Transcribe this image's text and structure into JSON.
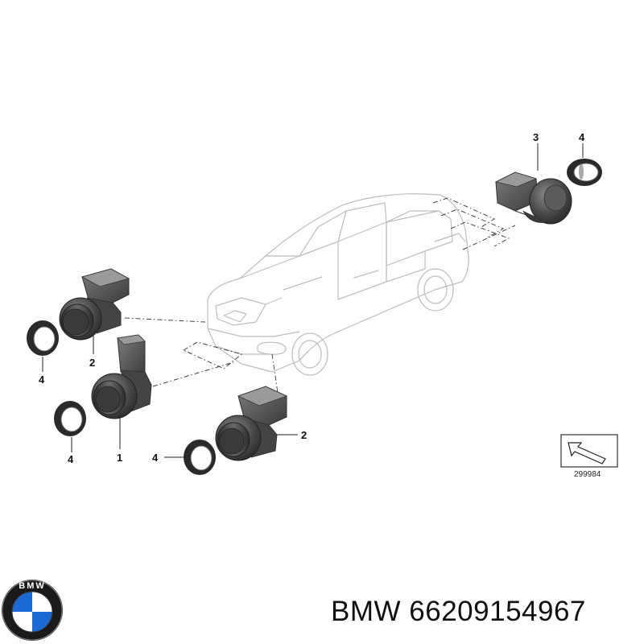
{
  "callouts": {
    "c3": "3",
    "c4_top": "4",
    "c2_left": "2",
    "c4_left_upper": "4",
    "c1": "1",
    "c4_left_lower": "4",
    "c4_bottom": "4",
    "c2_bottom": "2"
  },
  "reference_number": "299984",
  "logo": {
    "text": "BMW",
    "colors": {
      "blue": "#1c69d4",
      "ring": "#1a1a1a",
      "white": "#ffffff"
    }
  },
  "caption": {
    "brand": "BMW",
    "part_number": "66209154967"
  }
}
